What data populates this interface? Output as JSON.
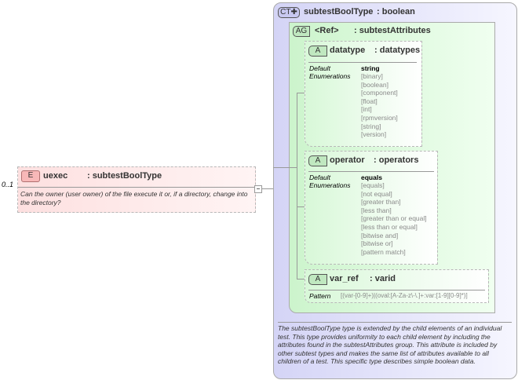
{
  "element": {
    "tag": "E",
    "name": "uexec",
    "type": ": subtestBoolType",
    "cardinality": "0..1",
    "description": "Can the owner (user owner) of the file execute it or, if a directory, change into the directory?"
  },
  "complex_type": {
    "tag": "CT",
    "name": "subtestBoolType",
    "base": ": boolean",
    "description": "The subtestBoolType type is extended by the child elements of an individual test.  This type provides uniformity to each child element by including the attributes found in the subtestAttributes group.  This attribute is included by other subtest types and makes the same list of attributes available to all children of a test.  This specific type describes simple boolean data."
  },
  "attribute_group": {
    "tag": "AG",
    "name": "<Ref>",
    "type": ": subtestAttributes"
  },
  "attributes": [
    {
      "tag": "A",
      "name": "datatype",
      "type": ": datatypes",
      "default_label": "Default",
      "enum_label": "Enumerations",
      "default": "string",
      "enumerations": [
        "[binary]",
        "[boolean]",
        "[component]",
        "[float]",
        "[int]",
        "[rpmversion]",
        "[string]",
        "[version]"
      ]
    },
    {
      "tag": "A",
      "name": "operator",
      "type": ": operators",
      "default_label": "Default",
      "enum_label": "Enumerations",
      "default": "equals",
      "enumerations": [
        "[equals]",
        "[not equal]",
        "[greater than]",
        "[less than]",
        "[greater than or equal]",
        "[less than or equal]",
        "[bitwise and]",
        "[bitwise or]",
        "[pattern match]"
      ]
    },
    {
      "tag": "A",
      "name": "var_ref",
      "type": ": varid",
      "pattern_label": "Pattern",
      "pattern": "[(var-[0-9]+)|(oval:[A-Za-z\\-\\.]+:var:[1-9][0-9]*)]"
    }
  ],
  "colors": {
    "element_bg": "#fde0e0",
    "complex_type_bg": "#dcdcf8",
    "group_bg": "#d8f8d8"
  }
}
